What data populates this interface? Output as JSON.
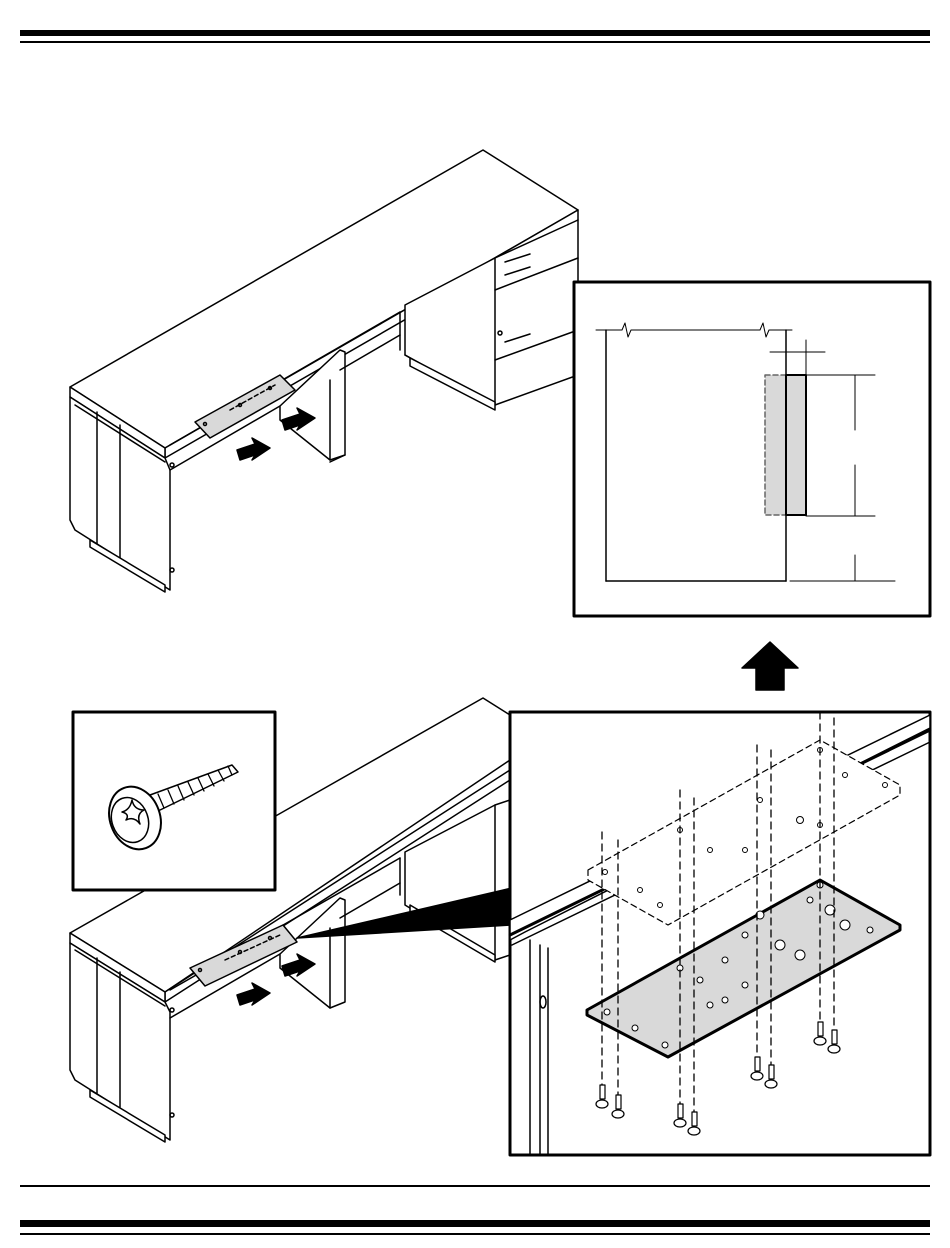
{
  "page": {
    "kind": "assembly-instruction-sheet",
    "text": [],
    "colors": {
      "line": "#000000",
      "paper": "#ffffff",
      "plate_fill": "#d9d9d9"
    }
  },
  "diagrams": {
    "step_top": {
      "subject": "desk-shell-with-mounting-plate",
      "pointer_arrows": 2
    },
    "detail_clearance": {
      "subject": "plate-edge-clearance-detail",
      "arrow_icon": "up-arrow-icon"
    },
    "step_bottom": {
      "subject": "desk-shell-with-mounting-plate",
      "pointer_arrows": 2
    },
    "screw_inset": {
      "subject": "phillips-pan-head-screw",
      "icon": "screw-icon"
    },
    "detail_exploded": {
      "subject": "mounting-plate-exploded-with-screws",
      "screw_count": 8
    }
  }
}
